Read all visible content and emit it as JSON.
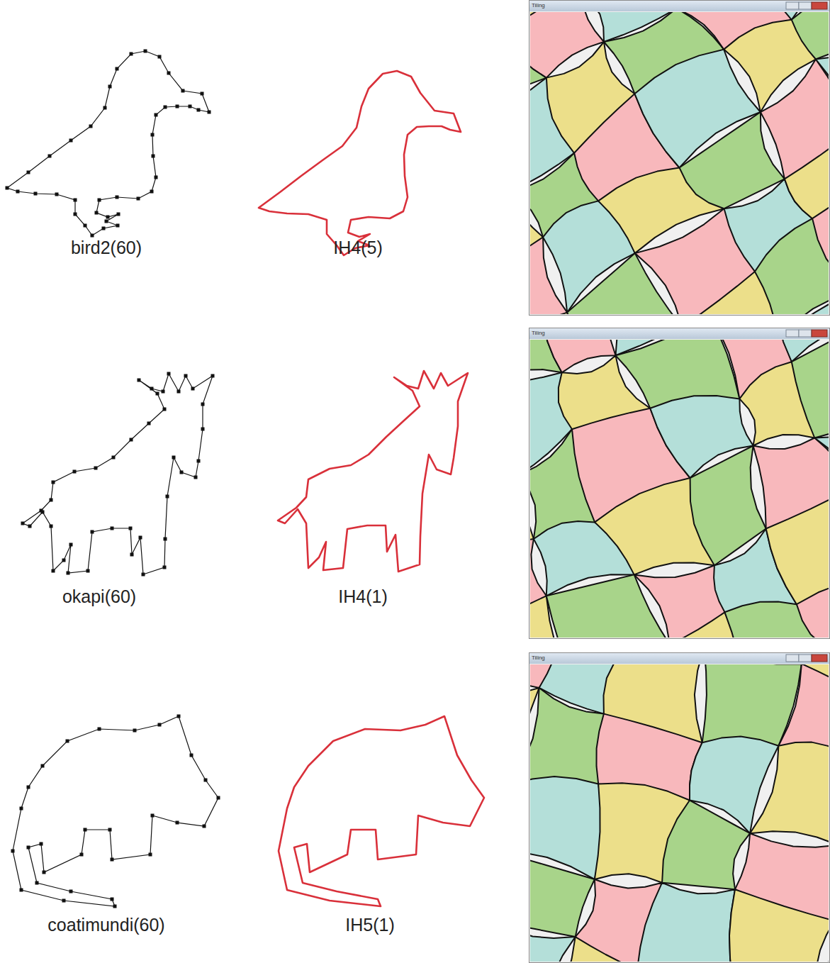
{
  "diagram": {
    "labels": [
      "bird2(60)",
      "IH4(5)",
      "okapi(60)",
      "IH4(1)",
      "coatimundi(60)",
      "IH5(1)",
      "Tiling",
      "Tiling",
      "Tiling"
    ]
  }
}
